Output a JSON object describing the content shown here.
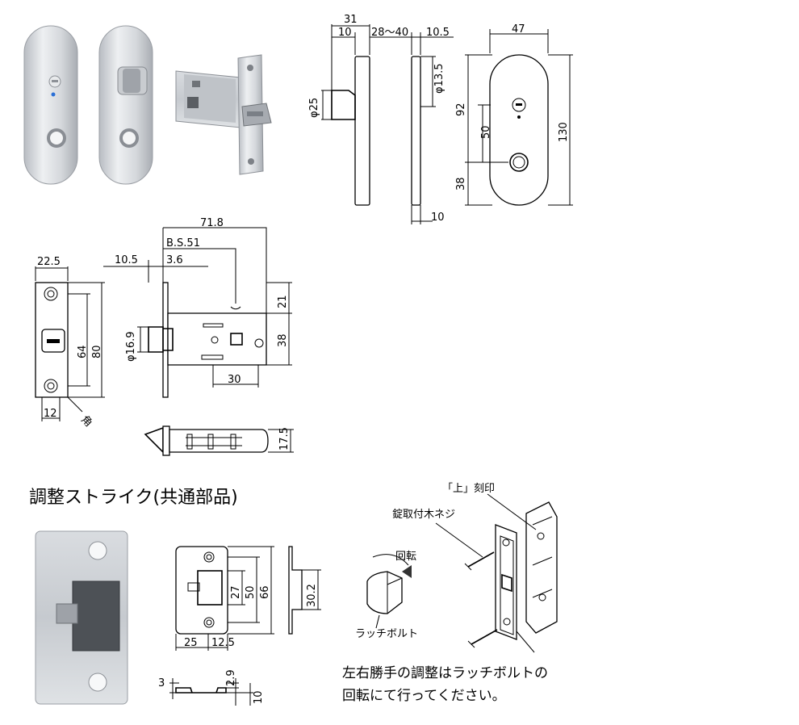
{
  "heading": "調整ストライク(共通部品)",
  "callouts": {
    "stamp": "「上」刻印",
    "screw": "錠取付木ネジ",
    "rotate": "回転",
    "latch_bolt": "ラッチボルト"
  },
  "note": {
    "line1": "左右勝手の調整はラッチボルトの",
    "line2": "回転にて行ってください。"
  },
  "dims_side": {
    "d31": "31",
    "d10a": "10",
    "d28_40": "28〜40",
    "d10_5a": "10.5",
    "phi25": "φ25",
    "phi13_5": "φ13.5",
    "d10b": "10"
  },
  "dims_front": {
    "d47": "47",
    "d92": "92",
    "d50": "50",
    "d38": "38",
    "d130": "130"
  },
  "dims_latch": {
    "d71_8": "71.8",
    "bs51": "B.S.51",
    "d22_5": "22.5",
    "d10_5": "10.5",
    "d3_6": "3.6",
    "phi16_9": "φ16.9",
    "d21": "21",
    "d38": "38",
    "d64": "64",
    "d80": "80",
    "d30": "30",
    "d12": "12",
    "corner": "角",
    "d17_5": "17.5"
  },
  "dims_strike": {
    "d27": "27",
    "d50": "50",
    "d66": "66",
    "d30_2": "30.2",
    "d25": "25",
    "d12_5": "12.5",
    "d3": "3",
    "d2_9": "2.9",
    "d10": "10"
  }
}
